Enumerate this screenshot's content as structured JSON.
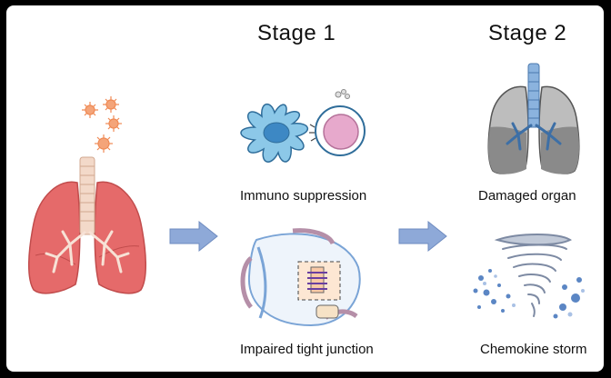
{
  "figure": {
    "stage1_title": "Stage 1",
    "stage2_title": "Stage 2",
    "captions": {
      "immuno_suppression": "Immuno  suppression",
      "impaired_tight_junction": "Impaired tight junction",
      "damaged_organ": "Damaged organ",
      "chemokine_storm": "Chemokine storm"
    }
  },
  "icons": [
    "virus-particles-icon",
    "healthy-lungs-icon",
    "arrow-right-icon",
    "dendritic-cell-icon",
    "lymphocyte-icon",
    "tight-junction-icon",
    "damaged-lungs-icon",
    "chemokine-storm-icon"
  ],
  "colors": {
    "lung_healthy": "#e56a6a",
    "lung_damaged": "#9a9a9a",
    "airway": "#f3d9c9",
    "bronchi_blue": "#7aa4d6",
    "arrow": "#8ea9d8",
    "dendritic_cell": "#8cc8e8",
    "lymphocyte": "#e7a9cc",
    "virus": "#ef8a55",
    "storm": "#9aa7bd"
  }
}
